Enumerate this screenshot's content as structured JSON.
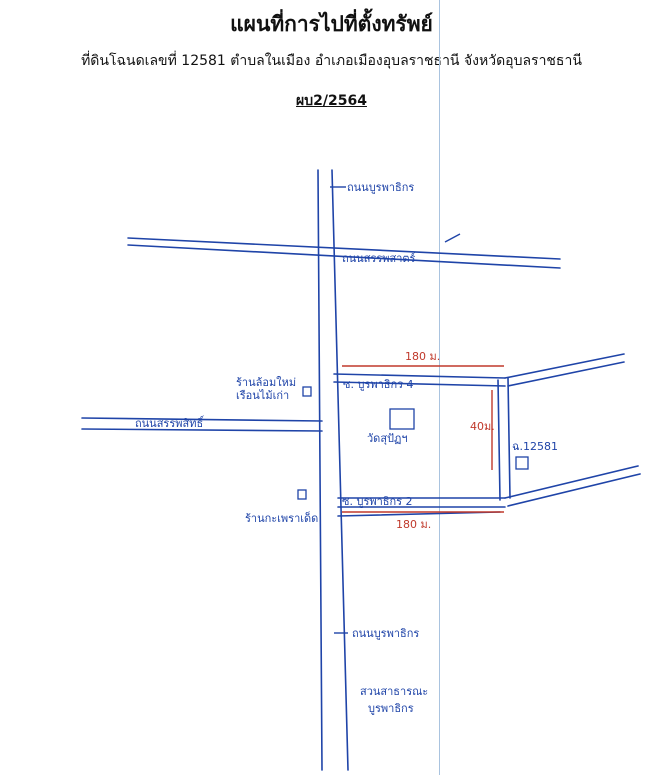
{
  "header": {
    "title": "แผนที่การไปที่ตั้งทรัพย์",
    "subtitle": "ที่ดินโฉนดเลขที่ 12581 ตำบลในเมือง อำเภอเมืองอุบลราชธานี จังหวัดอุบลราชธานี",
    "doc_no": "ผบ2/2564"
  },
  "labels": {
    "road_north": "ถนนบูรพาธิกร",
    "road_sapsit": "ถนนสรรพสิทธิ์",
    "road_south": "ถนนบูรพาธิกร",
    "soi_4": "ซ. บูรพาธิกร 4",
    "soi_2": "ซ. บูรพาธิกร 2",
    "road_top": "ถนนสรรพสาตร์",
    "shop_left_top": "ร้านล้อมใหม่",
    "shop_left_bottom": "เรือนไม้เก่า",
    "shop_bottom": "ร้านกะเพราเด็ด",
    "temple": "วัดสุปัฏฯ",
    "parcel": "ฉ.12581",
    "park_line1": "สวนสาธารณะ",
    "park_line2": "บูรพาธิกร"
  },
  "dimensions": {
    "top_length": "180 ม.",
    "bottom_length": "180 ม.",
    "side_length": "40ม."
  },
  "colors": {
    "ink_blue": "#1f44a8",
    "ink_red": "#c0392b",
    "fold_line": "#a9c3df"
  }
}
